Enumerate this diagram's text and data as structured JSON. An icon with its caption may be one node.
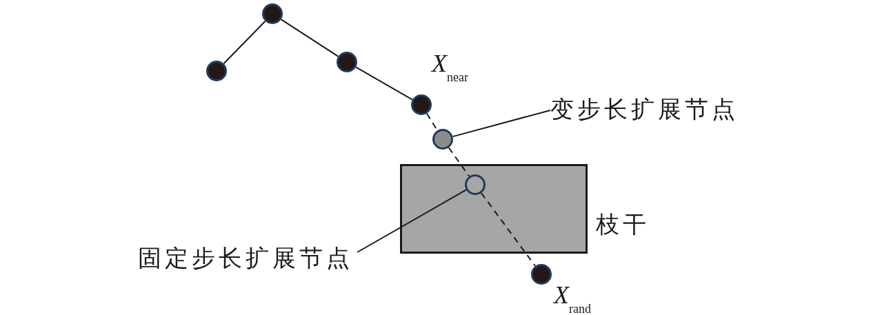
{
  "diagram": {
    "nodes": [
      {
        "text": [],
        "shape": "circle"
      },
      {
        "text": [],
        "shape": "circle"
      },
      {
        "text": [],
        "shape": "circle"
      },
      {
        "text": [],
        "shape": "circle",
        "beside": [
          "*X*$_{near}$"
        ]
      },
      {
        "text": [],
        "shape": "circle"
      },
      {
        "text": [
          "枝干"
        ]
      },
      {
        "text": [],
        "shape": "circle",
        "in": 5
      },
      {
        "text": [],
        "shape": "circle",
        "beside": [
          "*X*$_{rand}$"
        ]
      },
      {
        "text": [
          "变步长扩展节点"
        ]
      },
      {
        "text": [
          "固定步长扩展节点"
        ]
      }
    ],
    "edges": [
      {
        "from": 0,
        "to": 1,
        "arrow": "none"
      },
      {
        "from": 1,
        "to": 2,
        "arrow": "none"
      },
      {
        "from": 2,
        "to": 3,
        "arrow": "none"
      },
      {
        "from": 3,
        "to": 4,
        "arrow": "none",
        "style": "dashed"
      },
      {
        "from": 4,
        "to": 6,
        "arrow": "none",
        "style": "dashed"
      },
      {
        "from": 6,
        "to": 7,
        "arrow": "none",
        "style": "dashed"
      },
      {
        "from": 8,
        "to": 4,
        "arrow": "none"
      },
      {
        "from": 9,
        "to": 6,
        "arrow": "none"
      }
    ]
  }
}
